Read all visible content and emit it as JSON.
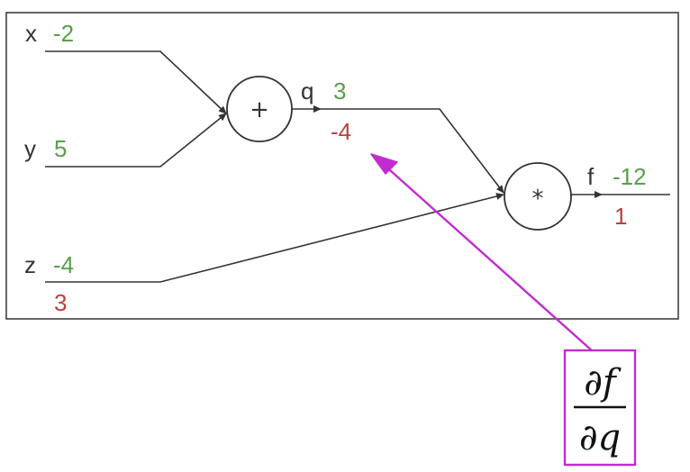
{
  "colors": {
    "forward_value": "#5a9e48",
    "gradient_value": "#b5443d",
    "annotation": "#c22ccf",
    "stroke": "#333333",
    "text": "#333333"
  },
  "inputs": {
    "x": {
      "name": "x",
      "value": "-2"
    },
    "y": {
      "name": "y",
      "value": "5"
    },
    "z": {
      "name": "z",
      "value": "-4",
      "grad": "3"
    }
  },
  "nodes": {
    "add": {
      "symbol": "+"
    },
    "mul": {
      "symbol": "*"
    }
  },
  "intermediate": {
    "q": {
      "name": "q",
      "value": "3",
      "grad": "-4"
    }
  },
  "output": {
    "f": {
      "name": "f",
      "value": "-12",
      "grad": "1"
    }
  },
  "annotation": {
    "numerator": "∂f",
    "denominator": "∂q",
    "icon": "arrow-up-left"
  }
}
